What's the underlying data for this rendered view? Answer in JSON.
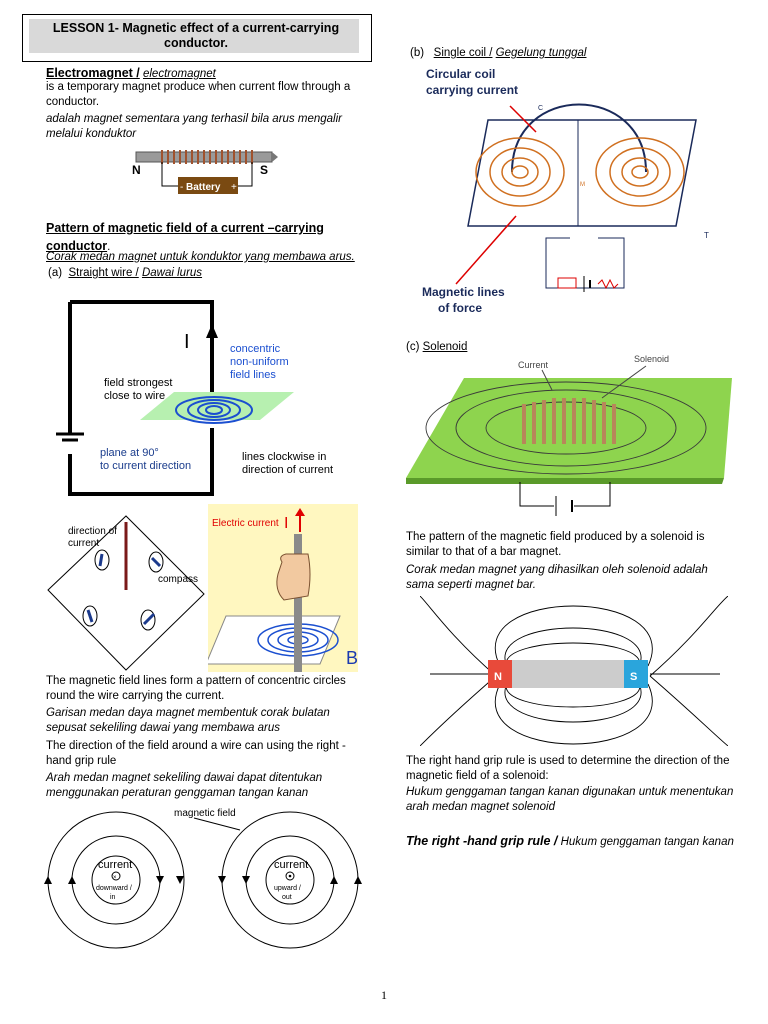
{
  "title": {
    "line1": "LESSON 1- Magnetic effect of a current-carrying",
    "line2": "conductor."
  },
  "electromagnet": {
    "heading": "Electromagnet /",
    "heading_ms": "electromagnet",
    "def_en": "is a temporary magnet produce when current flow through a conductor.",
    "def_ms": "adalah magnet sementara yang terhasil bila arus mengalir melalui konduktor",
    "fig": {
      "n": "N",
      "s": "S",
      "battery": "Battery",
      "minus": "-",
      "plus": "+"
    }
  },
  "pattern": {
    "heading_l1": "Pattern of magnetic field of a current –carrying",
    "heading_l2": "conductor",
    "dot": ".",
    "sub_ms": "Corak medan magnet untuk konduktor yang membawa arus.",
    "a_label": "(a)",
    "a_text": "Straight wire /",
    "a_text_ms": "Dawai lurus"
  },
  "wire_fig": {
    "current": "I",
    "concentric": [
      "concentric",
      "non-uniform",
      "field lines"
    ],
    "strongest": [
      "field strongest",
      "close to wire"
    ],
    "plane": [
      "plane at 90°",
      "to current direction"
    ],
    "clockwise": [
      "lines clockwise in",
      "direction of current"
    ]
  },
  "compass_fig": {
    "direction": [
      "direction of",
      "current"
    ],
    "compass": "compass"
  },
  "grip_fig": {
    "label": "Electric current",
    "current": "I",
    "field": "B"
  },
  "wire_text": {
    "en1": "The magnetic field lines form a pattern of concentric circles round the wire carrying the current.",
    "ms1": "Garisan medan daya magnet membentuk corak bulatan sepusat sekeliling dawai yang membawa arus",
    "en2": "The direction of the field around a wire can using the right -hand grip rule",
    "ms2": "Arah medan magnet sekeliling dawai dapat ditentukan menggunakan peraturan genggaman tangan kanan"
  },
  "circles_fig": {
    "magnetic_field": "magnetic field",
    "left": {
      "current": "current",
      "dir": [
        "downward /",
        "in"
      ]
    },
    "right": {
      "current": "current",
      "dir": [
        "upward /",
        "out"
      ]
    }
  },
  "single_coil": {
    "label": "(b)",
    "text": "Single coil /",
    "text_ms": "Gegelung tunggal",
    "fig": {
      "coil_label": [
        "Circular coil",
        "carrying current"
      ],
      "lines_label": [
        "Magnetic lines",
        "of force"
      ],
      "c": "C",
      "t": "T",
      "m": "M"
    }
  },
  "solenoid": {
    "label": "(c)",
    "text": "Solenoid",
    "fig": {
      "current": "Current",
      "solenoid": "Solenoid"
    },
    "en": "The pattern of the magnetic field produced by a solenoid is similar to that of a bar magnet.",
    "ms": "Corak medan magnet yang dihasilkan oleh solenoid adalah sama seperti magnet bar."
  },
  "bar_magnet": {
    "n": "N",
    "s": "S"
  },
  "grip_rule": {
    "en": "The right hand grip rule is used to determine the direction of the magnetic field of a solenoid:",
    "ms": "Hukum genggaman tangan kanan digunakan untuk menentukan arah medan magnet solenoid",
    "bold": "The right -hand grip rule /",
    "bold_ms": "Hukum genggaman tangan kanan"
  },
  "page_number": "1"
}
